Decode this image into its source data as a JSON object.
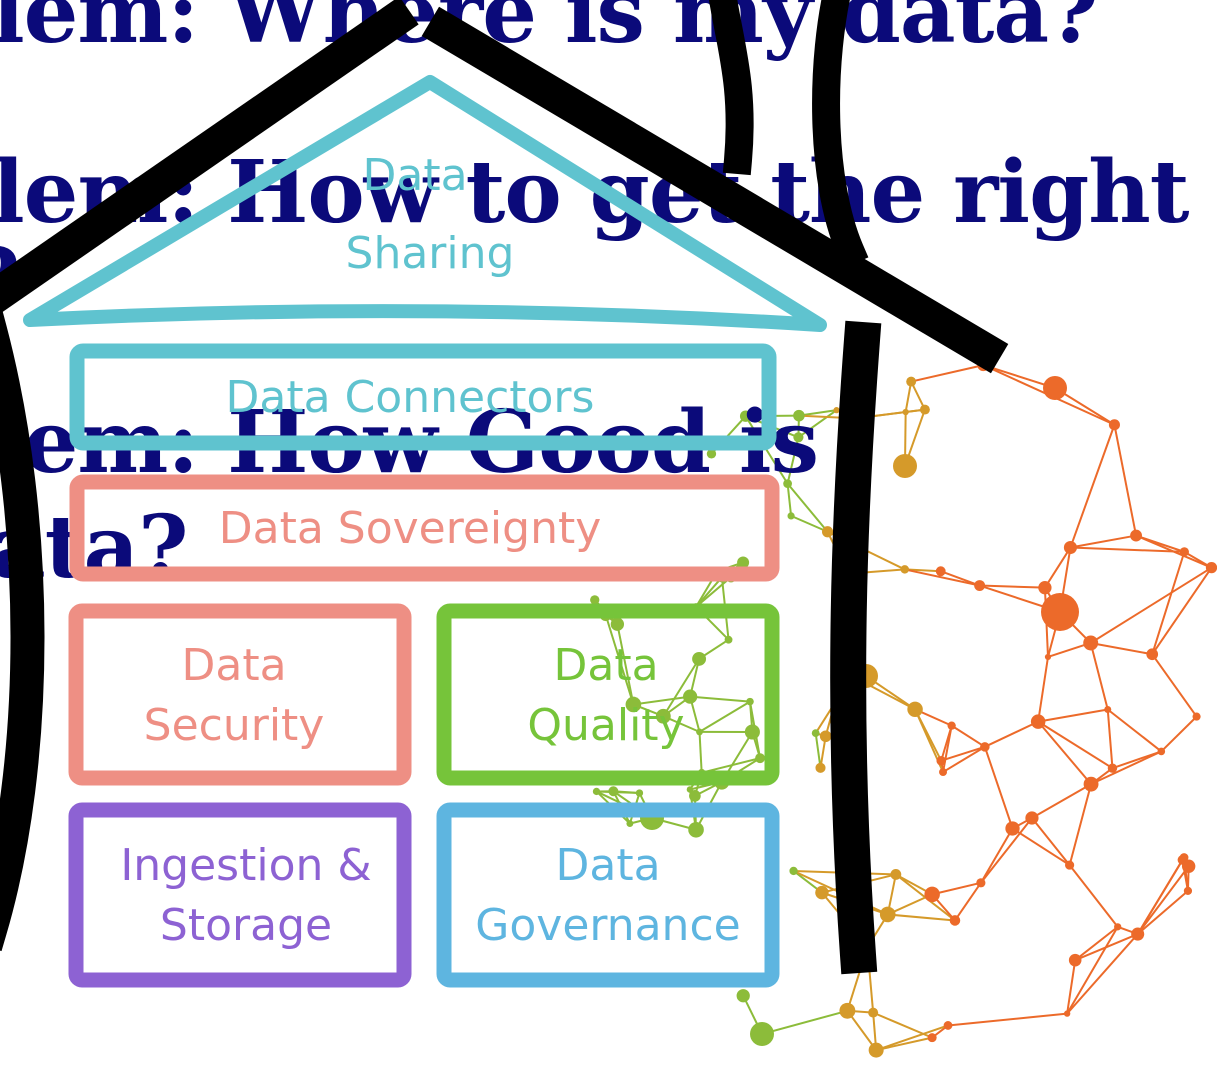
{
  "colors": {
    "headline": "#0b0a7a",
    "outline": "#000000",
    "sharing": "#5fc3cf",
    "connectors": "#5fc3cf",
    "sovereignty": "#ee8f84",
    "security": "#ee8f84",
    "quality": "#76c43a",
    "ingestion": "#8d62d3",
    "governance": "#5eb5e0",
    "network_green": "#8cbc3a",
    "network_orange": "#ec6a2a",
    "network_gold": "#d59a2a"
  },
  "headlines": {
    "line1": "lem: Where is my data?",
    "line2a": "lem: How to get the right",
    "line2b": "?",
    "line3a": "lem: How Good is",
    "line3b": "ata?"
  },
  "house": {
    "roof": {
      "line1": "Data",
      "line2": "Sharing"
    },
    "connectors": "Data Connectors",
    "sovereignty": "Data Sovereignty",
    "security": {
      "line1": "Data",
      "line2": "Security"
    },
    "quality": {
      "line1": "Data",
      "line2": "Quality"
    },
    "ingestion": {
      "line1": "Ingestion &",
      "line2": "Storage"
    },
    "governance": {
      "line1": "Data",
      "line2": "Governance"
    }
  }
}
